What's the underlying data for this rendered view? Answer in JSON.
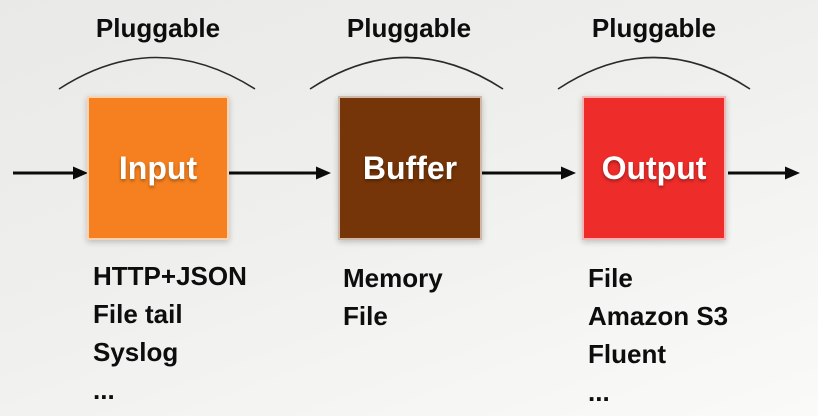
{
  "colors": {
    "input_box": "#F6801F",
    "buffer_box": "#763508",
    "output_box": "#EE2D2B",
    "arrow": "#0B0B0B",
    "text": "#0D0D0D",
    "box_label_text": "#FFFFFF"
  },
  "nodes": [
    {
      "pluggable_label": "Pluggable",
      "box_label": "Input",
      "color": "#F6801F",
      "items": [
        "HTTP+JSON",
        "File tail",
        "Syslog",
        "..."
      ]
    },
    {
      "pluggable_label": "Pluggable",
      "box_label": "Buffer",
      "color": "#763508",
      "items": [
        "Memory",
        "File"
      ]
    },
    {
      "pluggable_label": "Pluggable",
      "box_label": "Output",
      "color": "#EE2D2B",
      "items": [
        "File",
        "Amazon S3",
        "Fluent",
        "..."
      ]
    }
  ]
}
